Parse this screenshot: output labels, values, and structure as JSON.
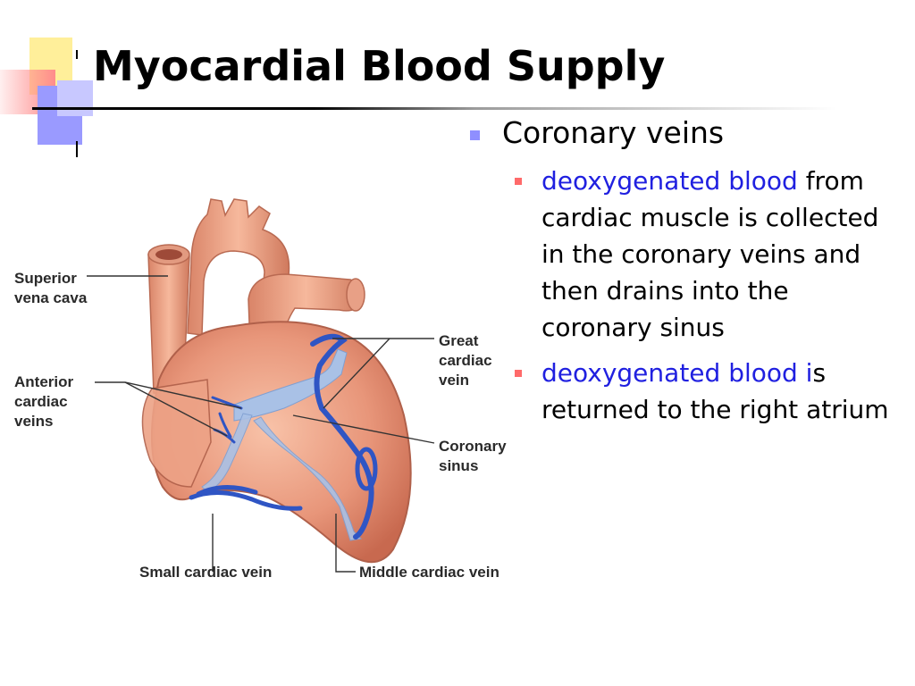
{
  "slide": {
    "title": "Myocardial Blood Supply",
    "bullets": [
      {
        "text": "Coronary veins",
        "sub_bullets": [
          {
            "highlight": "deoxygenated blood",
            "rest": "from cardiac muscle is collected in the coronary veins and then drains into the coronary sinus"
          },
          {
            "highlight": "deoxygenated blood i",
            "rest": "s returned to the right atrium"
          }
        ]
      }
    ]
  },
  "figure": {
    "labels": {
      "superior_vena_cava_1": "Superior",
      "superior_vena_cava_2": "vena cava",
      "anterior_cardiac_veins_1": "Anterior",
      "anterior_cardiac_veins_2": "cardiac",
      "anterior_cardiac_veins_3": "veins",
      "great_cardiac_vein_1": "Great",
      "great_cardiac_vein_2": "cardiac",
      "great_cardiac_vein_3": "vein",
      "coronary_sinus_1": "Coronary",
      "coronary_sinus_2": "sinus",
      "small_cardiac_vein": "Small cardiac vein",
      "middle_cardiac_vein": "Middle cardiac vein"
    }
  },
  "colors": {
    "highlight_text": "#2020e0",
    "bullet_level1": "#8f8fff",
    "bullet_level2": "#ff6a6a",
    "heart_muscle": "#e8967a",
    "vein_blue": "#3a5fc8",
    "sinus_light_blue": "#a9c1e6"
  }
}
